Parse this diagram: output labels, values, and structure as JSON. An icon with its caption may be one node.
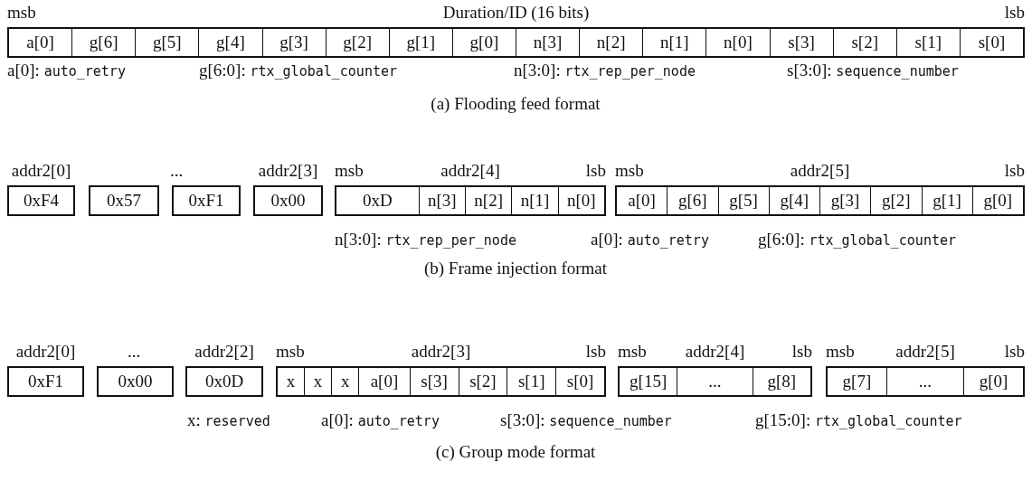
{
  "diagram": {
    "nodes": [
      {
        "text": [
          "msb",
          "Duration/ID (16 bits)",
          "lsb"
        ]
      },
      {
        "text": [
          "a[0]"
        ],
        "in": 0
      },
      {
        "text": [
          "g[6]"
        ],
        "in": 0
      },
      {
        "text": [
          "g[5]"
        ],
        "in": 0
      },
      {
        "text": [
          "g[4]"
        ],
        "in": 0
      },
      {
        "text": [
          "g[3]"
        ],
        "in": 0
      },
      {
        "text": [
          "g[2]"
        ],
        "in": 0
      },
      {
        "text": [
          "g[1]"
        ],
        "in": 0
      },
      {
        "text": [
          "g[0]"
        ],
        "in": 0
      },
      {
        "text": [
          "n[3]"
        ],
        "in": 0
      },
      {
        "text": [
          "n[2]"
        ],
        "in": 0
      },
      {
        "text": [
          "n[1]"
        ],
        "in": 0
      },
      {
        "text": [
          "n[0]"
        ],
        "in": 0
      },
      {
        "text": [
          "s[3]"
        ],
        "in": 0
      },
      {
        "text": [
          "s[2]"
        ],
        "in": 0
      },
      {
        "text": [
          "s[1]"
        ],
        "in": 0
      },
      {
        "text": [
          "s[0]"
        ],
        "in": 0
      },
      {
        "text": [
          "addr2[0]",
          "0xF4"
        ]
      },
      {
        "text": [
          "0x57"
        ]
      },
      {
        "text": [
          "0xF1"
        ]
      },
      {
        "text": [
          "addr2[3]",
          "0x00"
        ]
      },
      {
        "text": [
          "msb",
          "addr2[4]",
          "lsb"
        ]
      },
      {
        "text": [
          "0xD"
        ],
        "in": 21
      },
      {
        "text": [
          "n[3]"
        ],
        "in": 21
      },
      {
        "text": [
          "n[2]"
        ],
        "in": 21
      },
      {
        "text": [
          "n[1]"
        ],
        "in": 21
      },
      {
        "text": [
          "n[0]"
        ],
        "in": 21
      },
      {
        "text": [
          "msb",
          "addr2[5]",
          "lsb"
        ]
      },
      {
        "text": [
          "a[0]"
        ],
        "in": 27
      },
      {
        "text": [
          "g[6]"
        ],
        "in": 27
      },
      {
        "text": [
          "g[5]"
        ],
        "in": 27
      },
      {
        "text": [
          "g[4]"
        ],
        "in": 27
      },
      {
        "text": [
          "g[3]"
        ],
        "in": 27
      },
      {
        "text": [
          "g[2]"
        ],
        "in": 27
      },
      {
        "text": [
          "g[1]"
        ],
        "in": 27
      },
      {
        "text": [
          "g[0]"
        ],
        "in": 27
      },
      {
        "text": [
          "addr2[0]",
          "0xF1"
        ]
      },
      {
        "text": [
          "0x00"
        ]
      },
      {
        "text": [
          "addr2[2]",
          "0x0D"
        ]
      },
      {
        "text": [
          "msb",
          "addr2[3]",
          "lsb"
        ]
      },
      {
        "text": [
          "x"
        ],
        "in": 39
      },
      {
        "text": [
          "x"
        ],
        "in": 39
      },
      {
        "text": [
          "x"
        ],
        "in": 39
      },
      {
        "text": [
          "a[0]"
        ],
        "in": 39
      },
      {
        "text": [
          "s[3]"
        ],
        "in": 39
      },
      {
        "text": [
          "s[2]"
        ],
        "in": 39
      },
      {
        "text": [
          "s[1]"
        ],
        "in": 39
      },
      {
        "text": [
          "s[0]"
        ],
        "in": 39
      },
      {
        "text": [
          "msb",
          "addr2[4]",
          "lsb"
        ]
      },
      {
        "text": [
          "g[15]"
        ],
        "in": 48
      },
      {
        "text": [
          "..."
        ],
        "in": 48
      },
      {
        "text": [
          "g[8]"
        ],
        "in": 48
      },
      {
        "text": [
          "msb",
          "addr2[5]",
          "lsb"
        ]
      },
      {
        "text": [
          "g[7]"
        ],
        "in": 52
      },
      {
        "text": [
          "..."
        ],
        "in": 52
      },
      {
        "text": [
          "g[0]"
        ],
        "in": 52
      }
    ],
    "labels": [
      "a[0]: auto_retry",
      "g[6:0]: rtx_global_counter",
      "n[3:0]: rtx_rep_per_node",
      "s[3:0]: sequence_number",
      "(a) Flooding feed format",
      "...",
      "n[3:0]: rtx_rep_per_node",
      "a[0]: auto_retry",
      "g[6:0]: rtx_global_counter",
      "(b) Frame injection format",
      "...",
      "x: reserved",
      "a[0]: auto_retry",
      "s[3:0]: sequence_number",
      "g[15:0]: rtx_global_counter",
      "(c) Group mode format"
    ]
  }
}
